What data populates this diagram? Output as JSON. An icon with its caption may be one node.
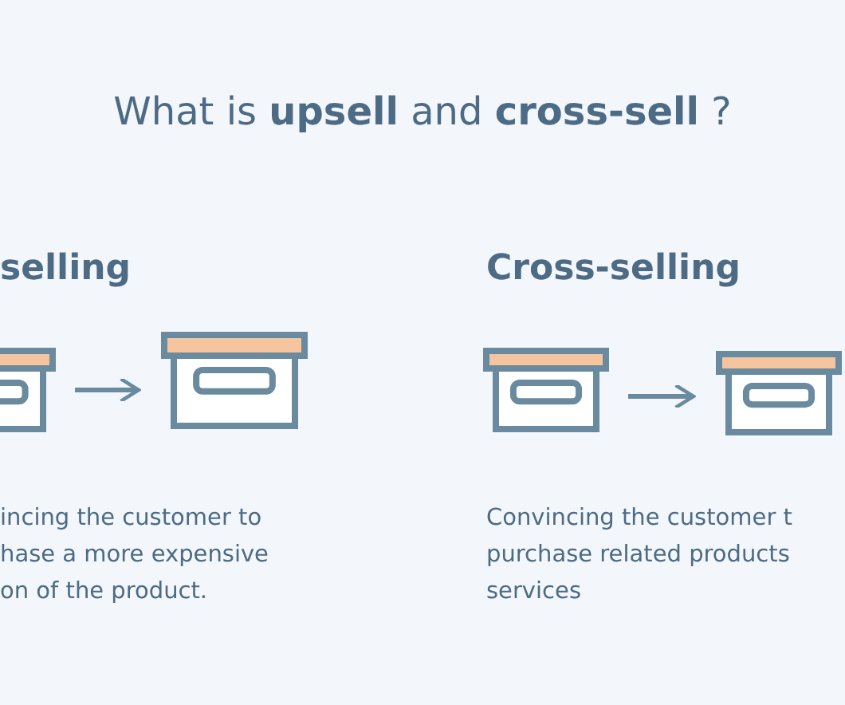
{
  "diagram": {
    "title": "What is **upsell** and **cross-sell** ?",
    "nodes": [
      {
        "text": [],
        "shape": "box"
      },
      {
        "text": [],
        "shape": "box"
      },
      {
        "text": [],
        "shape": "box"
      },
      {
        "text": [],
        "shape": "box"
      }
    ],
    "edges": [
      {
        "from": 0,
        "to": 1,
        "arrow": "to"
      },
      {
        "from": 2,
        "to": 3,
        "arrow": "to"
      }
    ],
    "labels": [
      "selling",
      "Cross-selling",
      "incing the customer to",
      "hase a more expensive",
      "on of the product.",
      "Convincing the customer t",
      "purchase related products",
      "services"
    ]
  }
}
